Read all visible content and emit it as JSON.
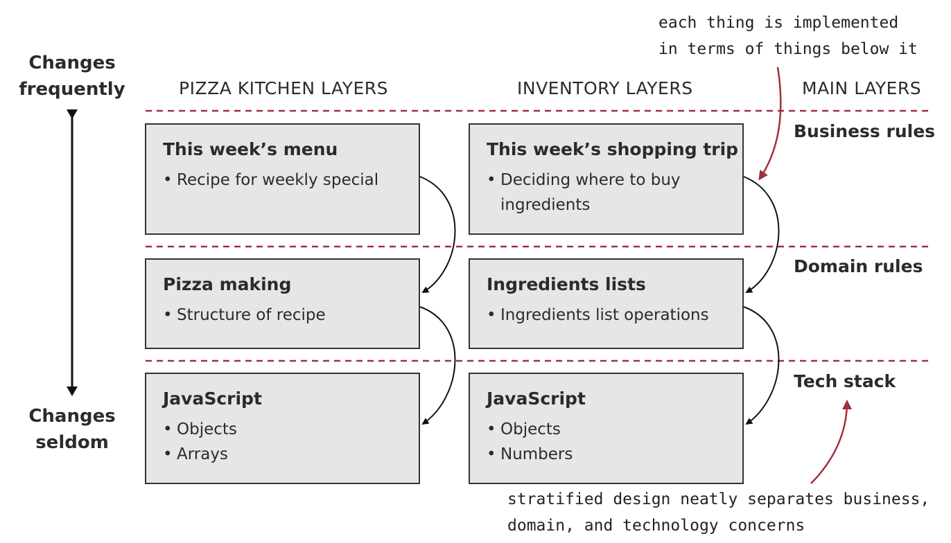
{
  "axis": {
    "top_label": [
      "Changes",
      "frequently"
    ],
    "bottom_label": [
      "Changes",
      "seldom"
    ]
  },
  "columns": [
    "PIZZA KITCHEN LAYERS",
    "INVENTORY LAYERS",
    "MAIN LAYERS"
  ],
  "layers": [
    "Business rules",
    "Domain rules",
    "Tech stack"
  ],
  "pizza": [
    {
      "title": "This week’s menu",
      "items": [
        "Recipe for weekly special"
      ]
    },
    {
      "title": "Pizza making",
      "items": [
        "Structure of recipe"
      ]
    },
    {
      "title": "JavaScript",
      "items": [
        "Objects",
        "Arrays"
      ]
    }
  ],
  "inventory": [
    {
      "title": "This week’s shopping trip",
      "items": [
        "Deciding where to buy ingredients"
      ]
    },
    {
      "title": "Ingredients lists",
      "items": [
        "Ingredients list operations"
      ]
    },
    {
      "title": "JavaScript",
      "items": [
        "Objects",
        "Numbers"
      ]
    }
  ],
  "annotations": {
    "top": [
      "each thing is implemented",
      "in terms of things below it"
    ],
    "bottom": [
      "stratified design neatly separates business,",
      "domain, and technology concerns"
    ]
  },
  "colors": {
    "divider": "#a0303c",
    "box_fill": "#e6e6e6",
    "box_border": "#333333",
    "annotation_arrow": "#a0303c"
  }
}
